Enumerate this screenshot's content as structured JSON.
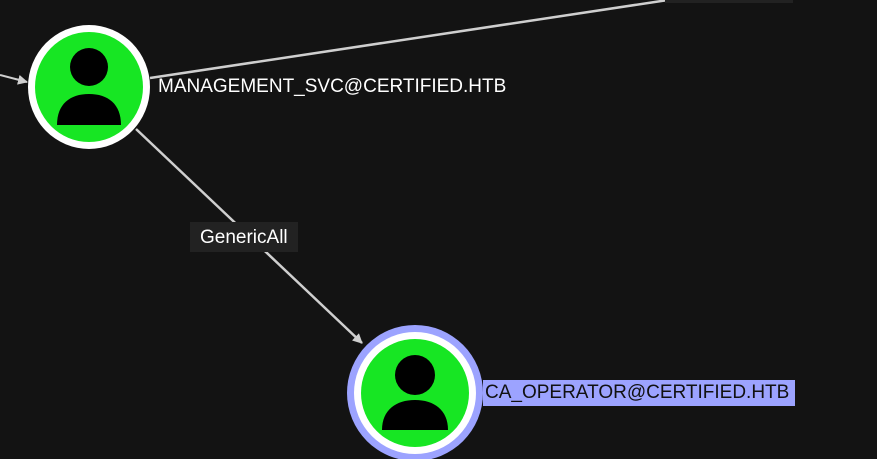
{
  "nodes": [
    {
      "label": "MANAGEMENT_SVC@CERTIFIED.HTB",
      "type": "User",
      "icon": "user-icon",
      "fill": "#17e623",
      "selected": false
    },
    {
      "label": "CA_OPERATOR@CERTIFIED.HTB",
      "type": "User",
      "icon": "user-icon",
      "fill": "#17e623",
      "selected": true,
      "highlight": "#9ca3ff"
    }
  ],
  "edges": [
    {
      "label": "GenericAll",
      "from": "MANAGEMENT_SVC@CERTIFIED.HTB",
      "to": "CA_OPERATOR@CERTIFIED.HTB"
    }
  ]
}
